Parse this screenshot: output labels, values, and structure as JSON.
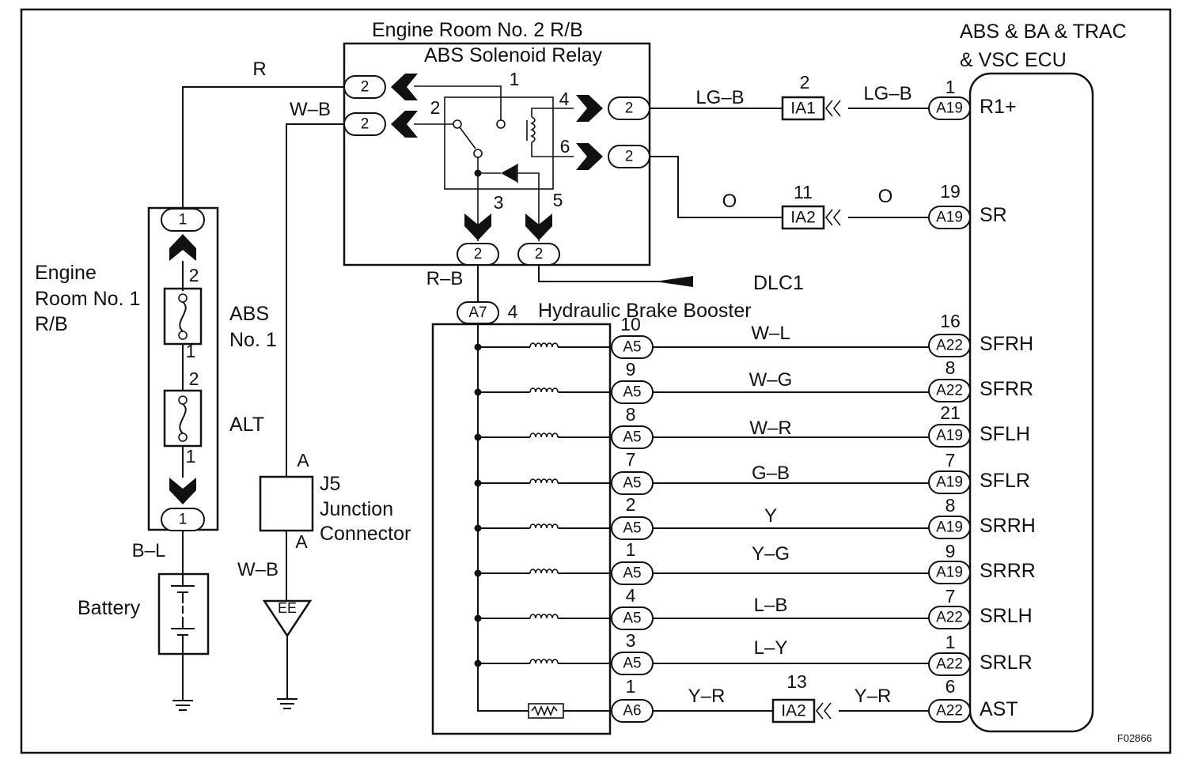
{
  "figure_code": "F02866",
  "ecu": {
    "title_line1": "ABS & BA & TRAC",
    "title_line2": "& VSC ECU",
    "terminals": [
      {
        "connector": "A19",
        "pin": "1",
        "name": "R1+"
      },
      {
        "connector": "A19",
        "pin": "19",
        "name": "SR"
      },
      {
        "connector": "A22",
        "pin": "16",
        "name": "SFRH"
      },
      {
        "connector": "A22",
        "pin": "8",
        "name": "SFRR"
      },
      {
        "connector": "A19",
        "pin": "21",
        "name": "SFLH"
      },
      {
        "connector": "A19",
        "pin": "7",
        "name": "SFLR"
      },
      {
        "connector": "A19",
        "pin": "8",
        "name": "SRRH"
      },
      {
        "connector": "A19",
        "pin": "9",
        "name": "SRRR"
      },
      {
        "connector": "A22",
        "pin": "7",
        "name": "SRLH"
      },
      {
        "connector": "A22",
        "pin": "1",
        "name": "SRLR"
      },
      {
        "connector": "A22",
        "pin": "6",
        "name": "AST"
      }
    ]
  },
  "relay_box": {
    "title": "Engine Room No. 2 R/B",
    "relay_name": "ABS Solenoid Relay",
    "connector": "2",
    "pins": [
      "1",
      "2",
      "3",
      "4",
      "5",
      "6"
    ]
  },
  "upper_links": [
    {
      "left_wire": "LG–B",
      "junction": "IA1",
      "junction_pin": "2",
      "right_wire": "LG–B"
    },
    {
      "left_wire": "O",
      "junction": "IA2",
      "junction_pin": "11",
      "right_wire": "O"
    }
  ],
  "dlc": "DLC1",
  "booster": {
    "title": "Hydraulic Brake Booster",
    "feed_connector": "A7",
    "feed_pin": "4",
    "feed_wire": "R–B",
    "solenoids": [
      {
        "connector": "A5",
        "pin": "10",
        "wire": "W–L"
      },
      {
        "connector": "A5",
        "pin": "9",
        "wire": "W–G"
      },
      {
        "connector": "A5",
        "pin": "8",
        "wire": "W–R"
      },
      {
        "connector": "A5",
        "pin": "7",
        "wire": "G–B"
      },
      {
        "connector": "A5",
        "pin": "2",
        "wire": "Y"
      },
      {
        "connector": "A5",
        "pin": "1",
        "wire": "Y–G"
      },
      {
        "connector": "A5",
        "pin": "4",
        "wire": "L–B"
      },
      {
        "connector": "A5",
        "pin": "3",
        "wire": "L–Y"
      }
    ],
    "sensor": {
      "connector": "A6",
      "pin": "1",
      "wire_left": "Y–R",
      "junction": "IA2",
      "junction_pin": "13",
      "wire_right": "Y–R"
    }
  },
  "rb1": {
    "label_line1": "Engine",
    "label_line2": "Room No. 1",
    "label_line3": "R/B",
    "connector": "1",
    "fuse1_line1": "ABS",
    "fuse1_line2": "No. 1",
    "fuse2": "ALT",
    "fuse_pin_top": "2",
    "fuse_pin_bottom": "1"
  },
  "wires": {
    "r": "R",
    "wb_top": "W–B",
    "bl": "B–L",
    "wb_bottom": "W–B"
  },
  "battery": "Battery",
  "junction_connector": {
    "id": "J5",
    "line1": "Junction",
    "line2": "Connector",
    "pin_top": "A",
    "pin_bottom": "A"
  },
  "ground_point": "EE"
}
